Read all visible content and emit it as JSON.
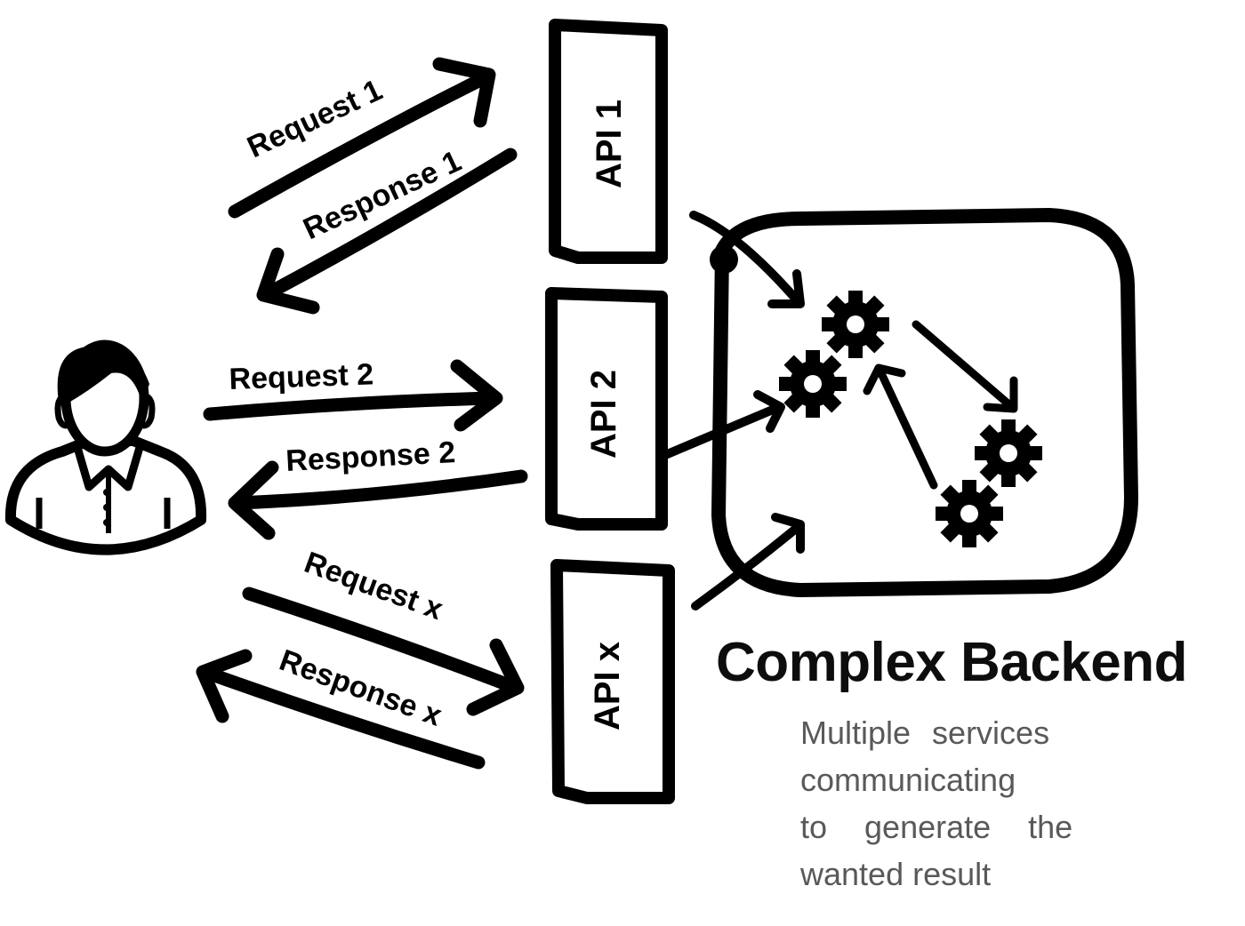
{
  "diagram": {
    "title": "Complex Backend",
    "subtitle_lines": [
      "Multiple  services",
      "communicating",
      "to  generate  the",
      "wanted result"
    ],
    "apis": [
      {
        "label": "API 1"
      },
      {
        "label": "API 2"
      },
      {
        "label": "API x"
      }
    ],
    "flows": [
      {
        "request": "Request 1",
        "response": "Response 1"
      },
      {
        "request": "Request 2",
        "response": "Response 2"
      },
      {
        "request": "Request x",
        "response": "Response x"
      }
    ],
    "icons": {
      "user": "user-icon",
      "gear": "gear-icon",
      "backend": "backend-box-icon"
    },
    "colors": {
      "ink": "#000000",
      "subtitle": "#595959",
      "background": "#ffffff"
    }
  }
}
